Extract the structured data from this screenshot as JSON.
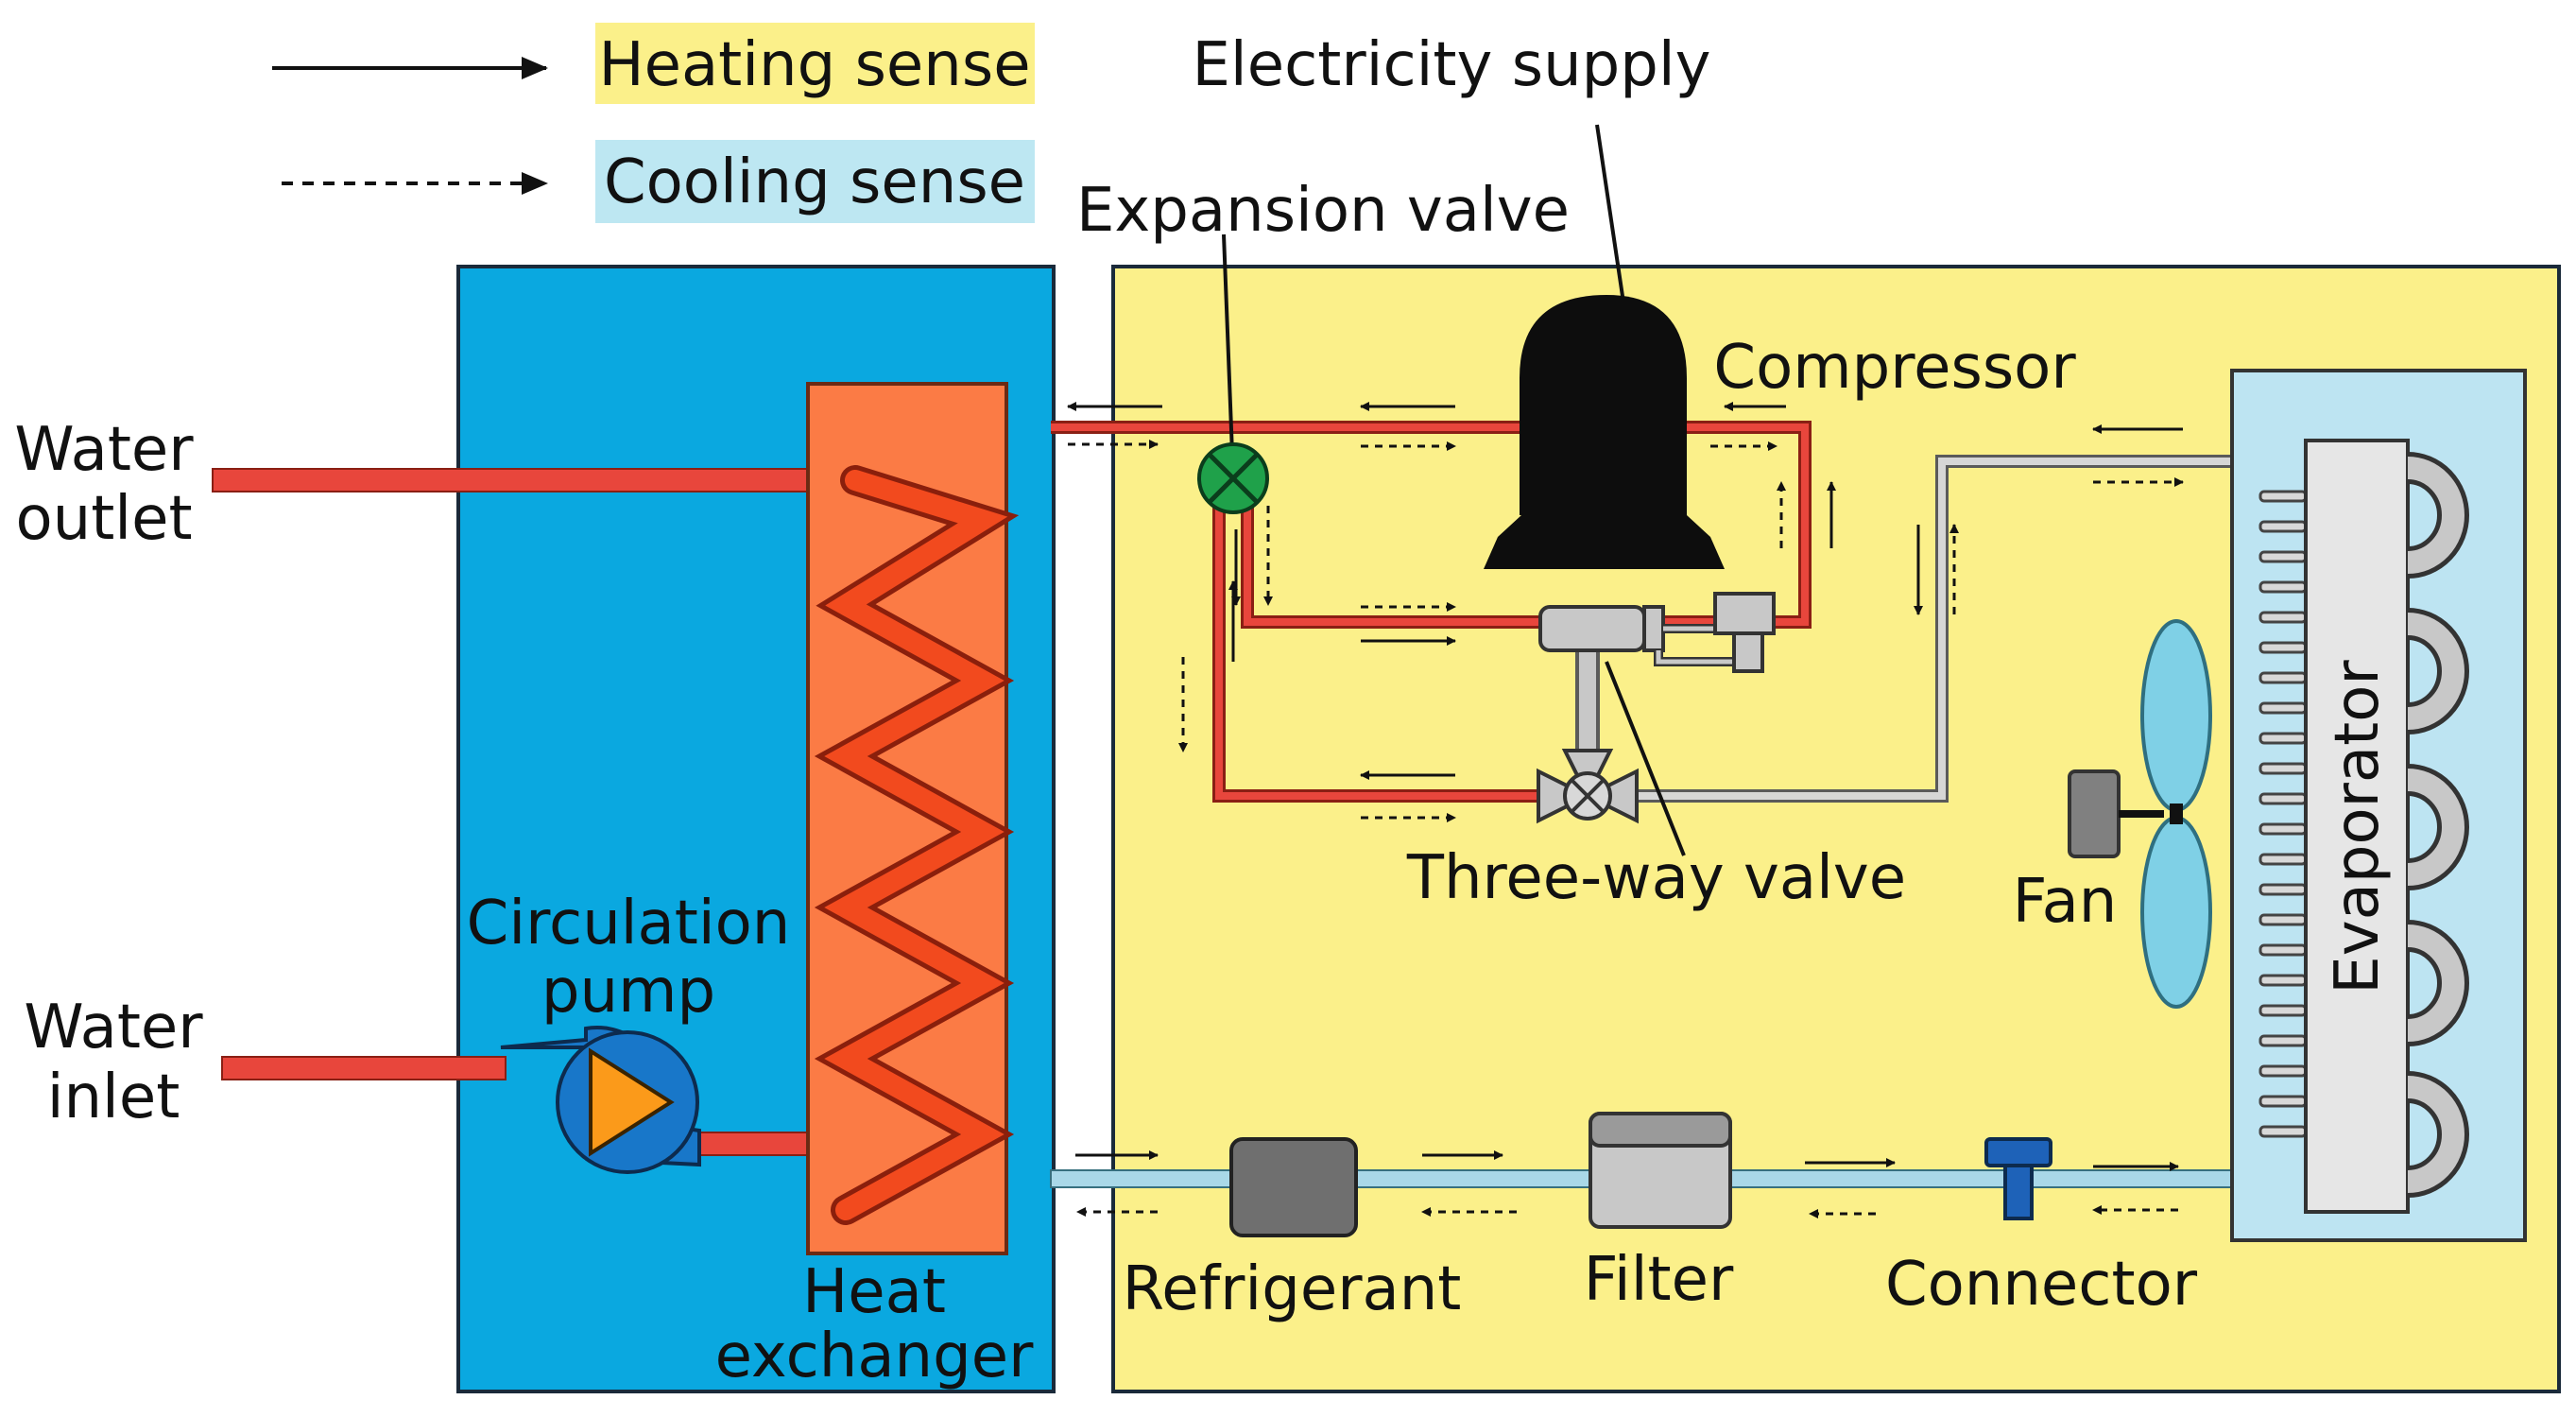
{
  "legend": {
    "heating": {
      "label": "Heating sense",
      "box_color": "#fbf08a"
    },
    "cooling": {
      "label": "Cooling sense",
      "box_color": "#bde7f2"
    }
  },
  "labels": {
    "electricity_supply": "Electricity supply",
    "expansion_valve": "Expansion valve",
    "compressor": "Compressor",
    "three_way_valve": "Three-way valve",
    "fan": "Fan",
    "evaporator": "Evaporator",
    "refrigerant": "Refrigerant",
    "filter": "Filter",
    "connector": "Connector",
    "water_outlet": [
      "Water",
      "outlet"
    ],
    "water_inlet": [
      "Water",
      "inlet"
    ],
    "circulation_pump": [
      "Circulation",
      "pump"
    ],
    "heat_exchanger": [
      "Heat",
      "exchanger"
    ]
  },
  "colors": {
    "water_panel": "#0aa8e0",
    "unit_panel": "#fbf08a",
    "heat_exchanger": "#fb7b45",
    "coil": "#f24a1e",
    "hot_pipe": "#e8463c",
    "cold_pipe": "#a9d8e8",
    "gray_pipe": "#bfbfbf",
    "evaporator_body": "#bde4f2",
    "fan_blade": "#7fd0e6",
    "pump_body": "#1877c9",
    "pump_triangle": "#fb9a1a",
    "valve_green": "#1fa14a",
    "connector_blue": "#1e62b8"
  }
}
